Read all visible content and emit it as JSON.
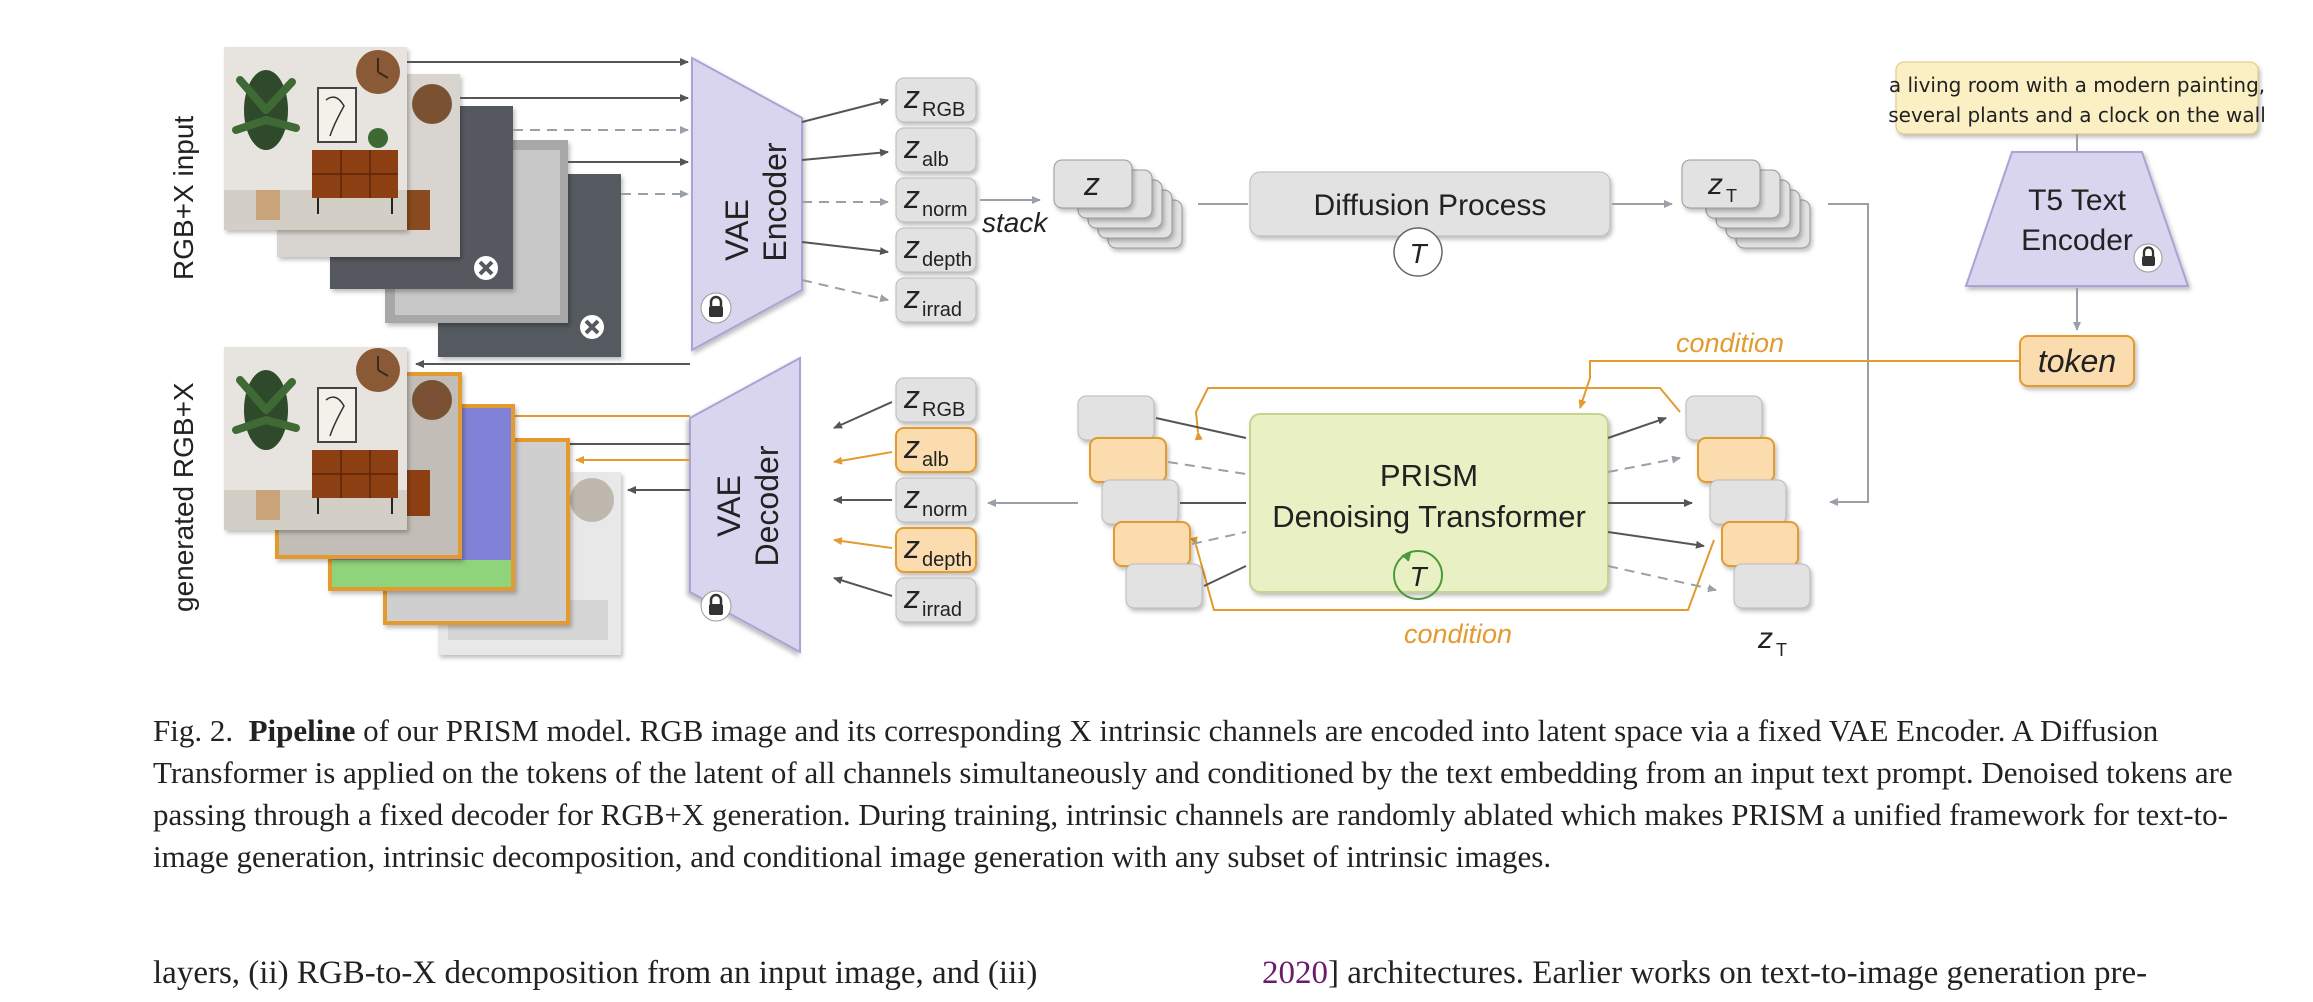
{
  "diagram": {
    "input_label": "RGB+X input",
    "output_label": "generated RGB+X",
    "encoder": {
      "line1": "VAE",
      "line2": "Encoder"
    },
    "decoder": {
      "line1": "VAE",
      "line2": "Decoder"
    },
    "latents": [
      {
        "base": "z",
        "sub": "RGB"
      },
      {
        "base": "z",
        "sub": "alb"
      },
      {
        "base": "z",
        "sub": "norm"
      },
      {
        "base": "z",
        "sub": "depth"
      },
      {
        "base": "z",
        "sub": "irrad"
      }
    ],
    "stack_label": "stack",
    "z_label": "z",
    "zt_label": {
      "base": "z",
      "sub": "T"
    },
    "diffusion_label": "Diffusion Process",
    "t_label": "T",
    "prompt": {
      "line1": "a living room with a modern painting,",
      "line2": "several plants and a clock on the wall"
    },
    "t5": {
      "line1": "T5 Text",
      "line2": "Encoder"
    },
    "token_label": "token",
    "condition_label": "condition",
    "prism": {
      "line1": "PRISM",
      "line2": "Denoising Transformer"
    },
    "colors": {
      "lavender": "#d9d5ee",
      "orange": "#e39a2e",
      "green_box": "#e9f0c4",
      "prompt_bg": "#fbefc4",
      "grey_box": "#e2e2e2"
    }
  },
  "caption": {
    "prefix": "Fig. 2.",
    "bold": "Pipeline",
    "text": " of our PRISM model. RGB image and its corresponding X intrinsic channels are encoded into latent space via a fixed VAE Encoder. A Diffusion Transformer is applied on the tokens of the latent of all channels simultaneously and conditioned by the text embedding from an input text prompt. Denoised tokens are passing through a fixed decoder for RGB+X generation. During training, intrinsic channels are randomly ablated which makes PRISM a unified framework for text-to-image generation, intrinsic decomposition, and conditional image generation with any subset of intrinsic images."
  },
  "body": {
    "left": "layers, (ii) RGB-to-X decomposition from an input image, and (iii)",
    "right_cite": "2020",
    "right": "] architectures. Earlier works on text-to-image generation pre-"
  }
}
